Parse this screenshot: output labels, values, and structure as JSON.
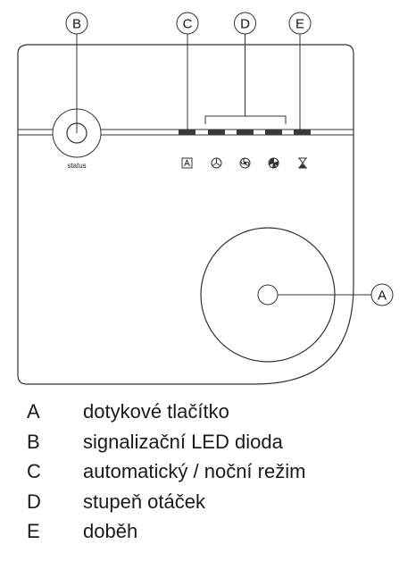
{
  "diagram": {
    "callouts": {
      "a": "A",
      "b": "B",
      "c": "C",
      "d": "D",
      "e": "E"
    },
    "status_label": "status",
    "indicator_icons": [
      "auto-mode-icon",
      "fan-speed-1-icon",
      "fan-speed-2-icon",
      "fan-speed-3-icon",
      "hourglass-icon"
    ]
  },
  "legend": {
    "items": [
      {
        "letter": "A",
        "text": "dotykové tlačítko"
      },
      {
        "letter": "B",
        "text": "signalizační LED dioda"
      },
      {
        "letter": "C",
        "text": "automatický / noční režim"
      },
      {
        "letter": "D",
        "text": "stupeň otáček"
      },
      {
        "letter": "E",
        "text": "doběh"
      }
    ]
  },
  "colors": {
    "line": "#333333",
    "led": "#3a3a3a"
  }
}
